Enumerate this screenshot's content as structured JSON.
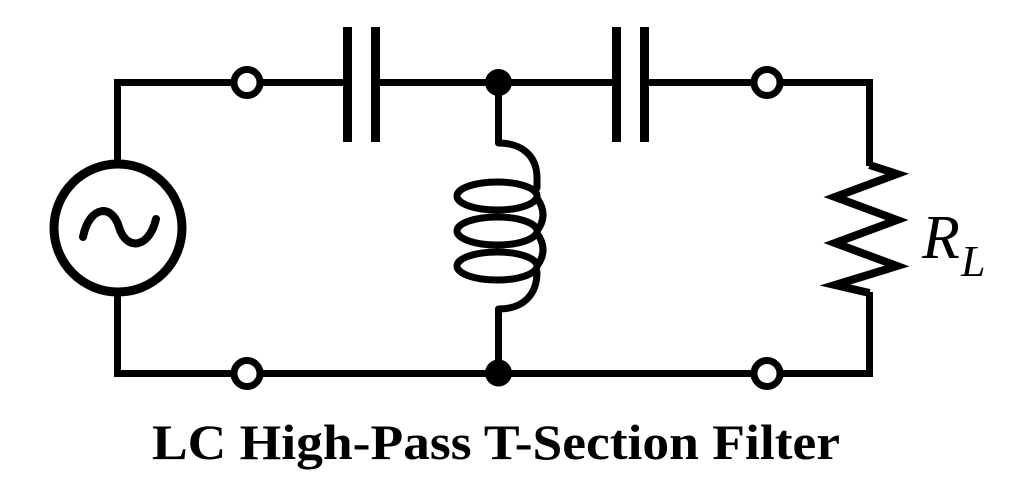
{
  "figure": {
    "title": "LC High-Pass T-Section Filter"
  },
  "labels": {
    "load_resistor_main": "R",
    "load_resistor_subscript": "L"
  },
  "components": {
    "source": "ac-voltage-source-icon",
    "input_series": "capacitor-icon",
    "shunt": "inductor-coil-icon",
    "output_series": "capacitor-icon",
    "load": "resistor-icon",
    "terminals": "open-terminal-icon",
    "junctions": "junction-dot-icon"
  },
  "colors": {
    "ink": "#000000",
    "background": "#ffffff"
  }
}
